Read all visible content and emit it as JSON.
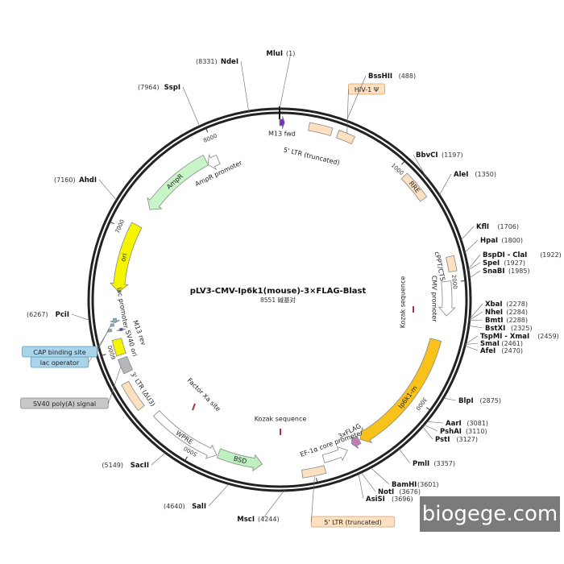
{
  "title": "pLV3-CMV-Ip6k1(mouse)-3×FLAG-Blast",
  "subtitle": "8551 碱基对",
  "watermark": "biogege.com",
  "total_bp": 8551,
  "ticks": [
    {
      "bp": 1000,
      "label": "1000"
    },
    {
      "bp": 2000,
      "label": "2000"
    },
    {
      "bp": 3000,
      "label": "3000"
    },
    {
      "bp": 4000,
      "label": "4000"
    },
    {
      "bp": 5000,
      "label": "5000"
    },
    {
      "bp": 6000,
      "label": "6000"
    },
    {
      "bp": 7000,
      "label": "7000"
    },
    {
      "bp": 8000,
      "label": "8000"
    }
  ],
  "sites": [
    {
      "name": "MluI",
      "pos": "(1)"
    },
    {
      "name": "BssHII",
      "pos": "(488)"
    },
    {
      "name": "BbvCI",
      "pos": "(1197)"
    },
    {
      "name": "AleI",
      "pos": "(1350)"
    },
    {
      "name": "KflI",
      "pos": "(1706)"
    },
    {
      "name": "HpaI",
      "pos": "(1800)"
    },
    {
      "name": "BspDI - ClaI",
      "pos": "(1922)"
    },
    {
      "name": "SpeI",
      "pos": "(1927)"
    },
    {
      "name": "SnaBI",
      "pos": "(1985)"
    },
    {
      "name": "XbaI",
      "pos": "(2278)"
    },
    {
      "name": "NheI",
      "pos": "(2284)"
    },
    {
      "name": "BmtI",
      "pos": "(2288)"
    },
    {
      "name": "BstXI",
      "pos": "(2325)"
    },
    {
      "name": "TspMI - XmaI",
      "pos": "(2459)"
    },
    {
      "name": "SmaI",
      "pos": "(2461)"
    },
    {
      "name": "AfeI",
      "pos": "(2470)"
    },
    {
      "name": "BlpI",
      "pos": "(2875)"
    },
    {
      "name": "AarI",
      "pos": "(3081)"
    },
    {
      "name": "PshAI",
      "pos": "(3110)"
    },
    {
      "name": "PstI",
      "pos": "(3127)"
    },
    {
      "name": "PmlI",
      "pos": "(3357)"
    },
    {
      "name": "BamHI",
      "pos": "(3601)"
    },
    {
      "name": "NotI",
      "pos": "(3676)"
    },
    {
      "name": "AsiSI",
      "pos": "(3696)"
    },
    {
      "name": "MscI",
      "pos": "(4244)"
    },
    {
      "name": "SalI",
      "pos": "(4640)"
    },
    {
      "name": "SacII",
      "pos": "(5149)"
    },
    {
      "name": "PciI",
      "pos": "(6267)"
    },
    {
      "name": "AhdI",
      "pos": "(7160)"
    },
    {
      "name": "SspI",
      "pos": "(7964)"
    },
    {
      "name": "NdeI",
      "pos": "(8331)"
    }
  ],
  "features": [
    {
      "name": "M13 fwd",
      "start": 1,
      "end": 40,
      "color": "#7b2fbf"
    },
    {
      "name": "5' LTR (truncated)",
      "start": 230,
      "end": 410,
      "color": "#fde0c0"
    },
    {
      "name": "HIV-1 Ψ",
      "start": 460,
      "end": 590,
      "color": "#fde0c0"
    },
    {
      "name": "RRE",
      "start": 1075,
      "end": 1308,
      "color": "#fde0c0"
    },
    {
      "name": "cPPT/CTS",
      "start": 1800,
      "end": 1918,
      "color": "#fde0c0"
    },
    {
      "name": "CMV promoter",
      "start": 1990,
      "end": 2270,
      "color": "#ffffff"
    },
    {
      "name": "Ip6k1-m",
      "start": 2480,
      "end": 3565,
      "color": "#f8c21a"
    },
    {
      "name": "3xFLAG",
      "start": 3575,
      "end": 3645,
      "color": "#c07ab8"
    },
    {
      "name": "EF-1α core promoter",
      "start": 3700,
      "end": 3910,
      "color": "#ffffff"
    },
    {
      "name": "5' LTR (truncated)",
      "start": 3920,
      "end": 4100,
      "color": "#fde0c0"
    },
    {
      "name": "BSD",
      "start": 4420,
      "end": 4790,
      "color": "#bff0bf"
    },
    {
      "name": "WPRE",
      "start": 4800,
      "end": 5400,
      "color": "#ffffff"
    },
    {
      "name": "3' LTR (ΔU3)",
      "start": 5510,
      "end": 5740,
      "color": "#fde0c0"
    },
    {
      "name": "SV40 poly(A) signal",
      "start": 5810,
      "end": 5930,
      "color": "#b4b8bc"
    },
    {
      "name": "SV40 ori",
      "start": 5960,
      "end": 6090,
      "color": "#f5f500"
    },
    {
      "name": "lac operator",
      "start": 6160,
      "end": 6180,
      "color": "#7fb0cc"
    },
    {
      "name": "CAP binding site",
      "start": 6200,
      "end": 6220,
      "color": "#7fb0cc"
    },
    {
      "name": "lac promoter",
      "start": 6225,
      "end": 6260,
      "color": "#7fb0cc"
    },
    {
      "name": "M13 rev",
      "start": 6150,
      "end": 6172,
      "color": "#7b2fbf"
    },
    {
      "name": "ori",
      "start": 6480,
      "end": 7070,
      "color": "#f5f500"
    },
    {
      "name": "AmpR",
      "start": 7240,
      "end": 7890,
      "color": "#c8f5c8"
    },
    {
      "name": "AmpR promoter",
      "start": 7890,
      "end": 7990,
      "color": "#ffffff"
    }
  ],
  "inner_labels": [
    {
      "text": "Kozak sequence"
    },
    {
      "text": "Factor Xa site"
    },
    {
      "text": "Kozak sequence"
    },
    {
      "text": "lac promoter"
    },
    {
      "text": "M13 rev"
    }
  ]
}
